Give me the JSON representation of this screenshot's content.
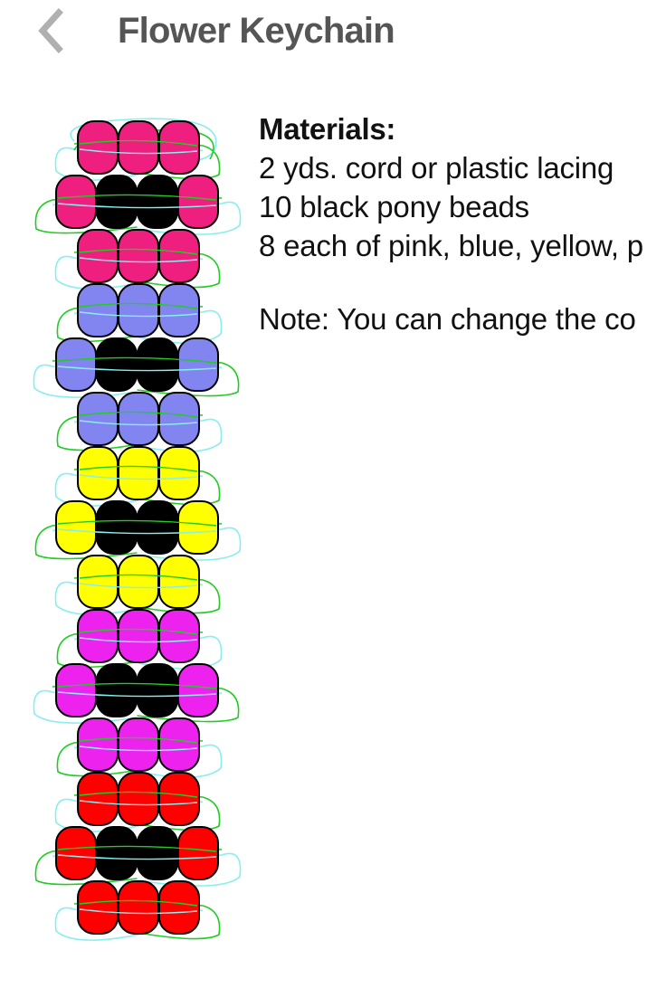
{
  "header": {
    "title": "Flower Keychain",
    "back_icon": "chevron-left-icon"
  },
  "materials": {
    "heading": "Materials:",
    "items": [
      "2 yds. cord or plastic lacing",
      "10 black pony beads",
      "8 each of pink, blue, yellow, p"
    ]
  },
  "note": "Note: You can change the co",
  "pattern": {
    "colors": {
      "pink": "#ee1f7e",
      "blue": "#8285f0",
      "yellow": "#ffff00",
      "magenta": "#ee22ee",
      "red": "#ff0000",
      "black": "#000000",
      "cord_green": "#22cc22",
      "cord_blue": "#88eeee"
    },
    "flowers": [
      "pink",
      "blue",
      "yellow",
      "magenta",
      "red"
    ],
    "rows_per_flower": [
      [
        "petal",
        "petal",
        "petal"
      ],
      [
        "petal",
        "black",
        "black",
        "petal"
      ],
      [
        "petal",
        "petal",
        "petal"
      ]
    ]
  }
}
